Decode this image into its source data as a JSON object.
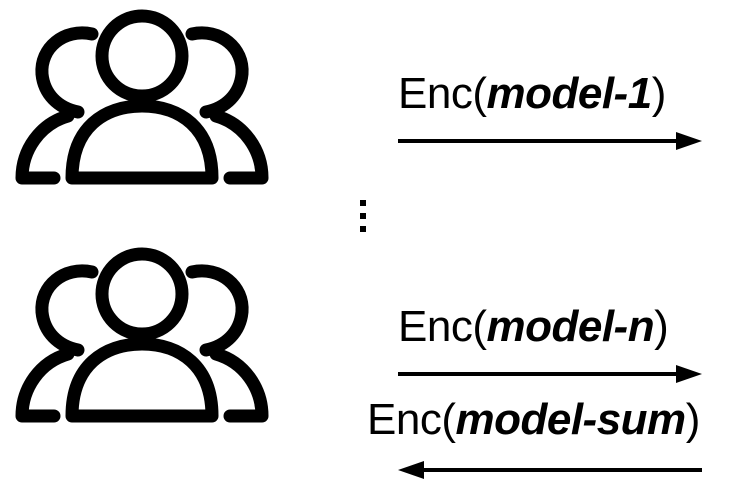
{
  "participants": [
    {
      "icon": "user-group-icon"
    },
    {
      "icon": "user-group-icon"
    }
  ],
  "ellipsis_icon": "vertical-ellipsis-icon",
  "messages": [
    {
      "prefix": "Enc(",
      "emphasis": "model-1",
      "suffix": ")",
      "direction": "right"
    },
    {
      "prefix": "Enc(",
      "emphasis": "model-n",
      "suffix": ")",
      "direction": "right"
    },
    {
      "prefix": "Enc(",
      "emphasis": "model-sum",
      "suffix": ")",
      "direction": "left"
    }
  ],
  "colors": {
    "stroke": "#000000",
    "background": "#ffffff"
  }
}
